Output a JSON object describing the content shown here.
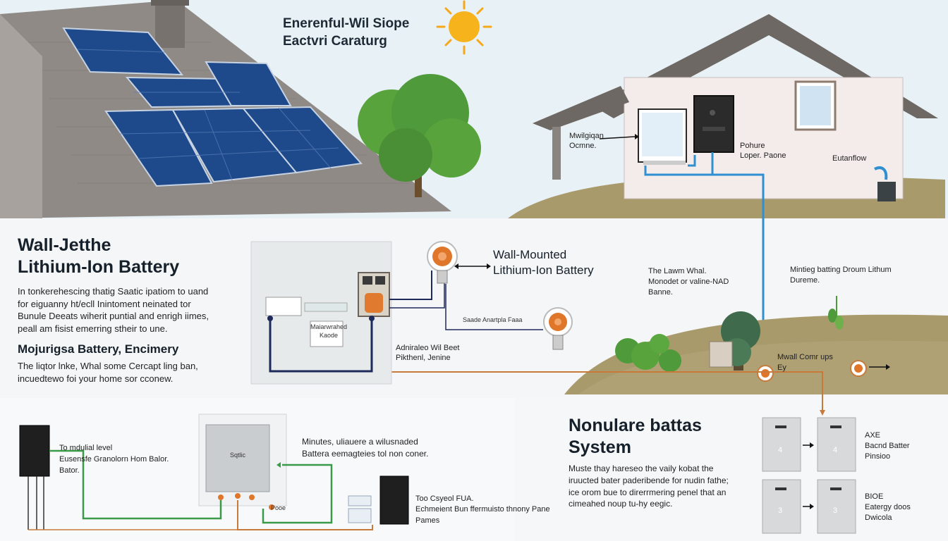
{
  "top_title": [
    "Enerenful-Wil Siope",
    "Eactvri Caraturg"
  ],
  "house_labels": {
    "left": [
      "Mwilgiqan",
      "Ocmne."
    ],
    "inverter": [
      "Pohure",
      "Loper. Paone"
    ],
    "right": "Eutanflow"
  },
  "left_section": {
    "title": [
      "Wall-Jetthe",
      "Lithium-Ion Battery"
    ],
    "body": [
      "In tonkerehescing thatig Saatic ipatiom to uand",
      "for eiguanny ht/ecll Inintoment neinated tor",
      "Bunule Deeats wiherit puntial and enrigh iimes,",
      "peall am fisist emerring stheir to une."
    ],
    "subtitle": "Mojurigsa Battery, Encimery",
    "body2": [
      "The liqtor lnke, Whal some Cercapt ling ban,",
      "incuedtewo foi your home sor cconew."
    ]
  },
  "center_diagram": {
    "title": [
      "Wall-Mounted",
      "Lithium-Ion Battery"
    ],
    "box_label": [
      "Maiarwrahed",
      "Kaode"
    ],
    "meter_label": "Saade Anartpla Faaa",
    "bottom_label": [
      "Adniraleo Wil Beet",
      "Pikthenl, Jenine"
    ]
  },
  "mid_right": {
    "label_a": [
      "The Lawm Whal.",
      "Monodet or valine-NAD",
      "Banne."
    ],
    "label_b": [
      "Mintieg batting Droum Lithum",
      "Dureme."
    ],
    "label_c": [
      "Mwall Comr ups",
      "Ey"
    ]
  },
  "bottom_left": {
    "label_1": [
      "To mdulial level",
      "Eusensfe Granolorn Hom Balor.",
      "Bator."
    ],
    "panel_label": "Sqtlic",
    "label_2": [
      "Minutes, uliauere a wilusnaded",
      "Battera eemagteies tol non coner."
    ],
    "small_label": "Pooe",
    "label_3": [
      "Too Csyeol FUA.",
      "Echmeient Bun ffermuisto thnony Pane",
      "Pames"
    ]
  },
  "modular": {
    "title": [
      "Nonulare battas",
      "System"
    ],
    "body": [
      "Muste thay hareseo the vaily kobat the",
      "iruucted bater paderibende for nudin fathe;",
      "ice orom bue to direrrmering penel that an",
      "cimeahed noup tu-hy eegic."
    ],
    "unit_a": [
      "AXE",
      "Bacnd Batter",
      "Pinsioo"
    ],
    "unit_b": [
      "BIOE",
      "Eatergy doos",
      "Dwicola"
    ],
    "unit_digits": [
      "4",
      "4",
      "3",
      "3"
    ]
  },
  "colors": {
    "sky": "#e8f1f6",
    "roof": "#8f8a86",
    "panel": "#1e4a8c",
    "sun": "#f4a81a",
    "tree": "#4f9a3a",
    "hill": "#a99a6c",
    "pipe_blue": "#2f8fd1",
    "wire_orange": "#c87a3a",
    "wire_green": "#3a9a4a",
    "wire_navy": "#1e2a5a"
  }
}
